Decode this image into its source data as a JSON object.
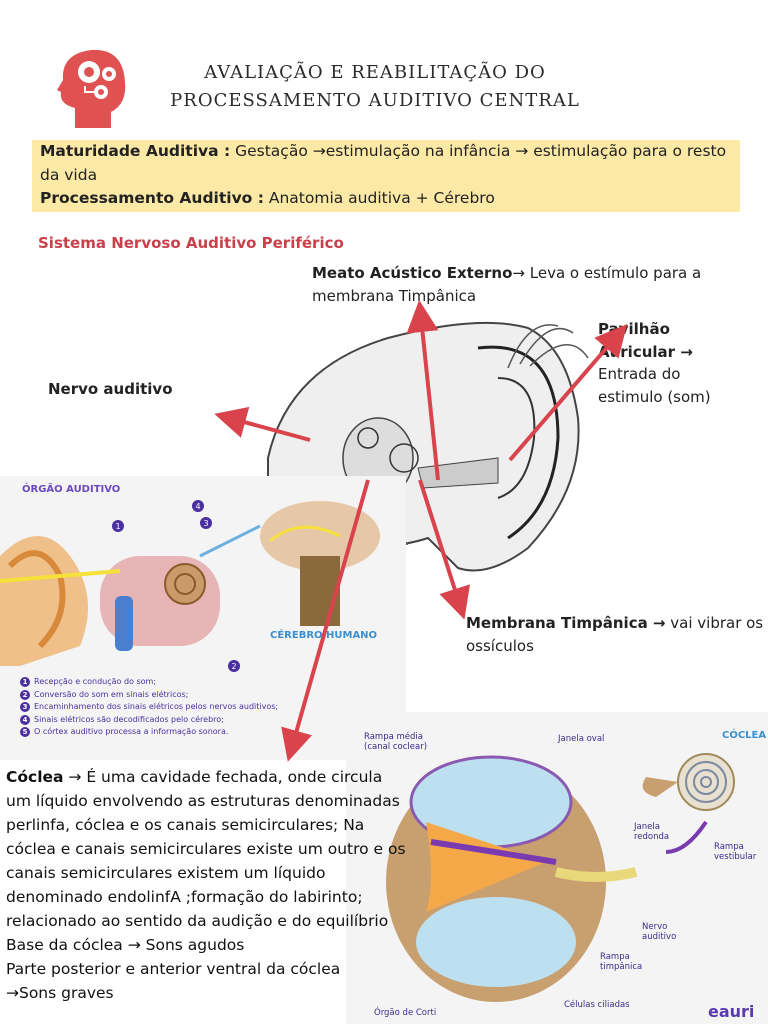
{
  "header": {
    "title_line1": "AVALIAÇÃO E REABILITAÇÃO DO",
    "title_line2": "PROCESSAMENTO AUDITIVO CENTRAL",
    "icon": "head-gears-icon"
  },
  "summary": {
    "maturity_label": "Maturidade Auditiva :",
    "maturity_text": " Gestação →estimulação na infância → estimulação para o resto da vida",
    "processing_label": "Processamento Auditivo :",
    "processing_text": " Anatomia auditiva + Cérebro"
  },
  "section_title": "Sistema Nervoso Auditivo Periférico",
  "labels": {
    "meato_title": "Meato Acústico Externo",
    "meato_text": "→ Leva o estímulo para a membrana Timpânica",
    "pavilhao_title": "Pavilhão Auricular →",
    "pavilhao_text": "Entrada do estimulo (som)",
    "nervo": "Nervo auditivo",
    "membrana_title": "Membrana Timpânica →",
    "membrana_text": " vai vibrar os ossículos"
  },
  "organ_diagram": {
    "title": "ÓRGÃO AUDITIVO",
    "brain_label": "CÉREBRO HUMANO",
    "items": [
      "Recepção e condução do som;",
      "Conversão do som em sinais elétricos;",
      "Encaminhamento dos sinais elétricos pelos nervos auditivos;",
      "Sinais elétricos são decodificados pelo cérebro;",
      "O córtex auditivo processa a informação sonora."
    ],
    "numbers": [
      "1",
      "2",
      "3",
      "4",
      "5"
    ]
  },
  "cochlea_diagram": {
    "title": "CÓCLEA",
    "rampa_media": "Rampa média (canal coclear)",
    "janela_oval": "Janela oval",
    "janela_redonda": "Janela redonda",
    "rampa_vestibular": "Rampa vestibular",
    "nervo_auditivo": "Nervo auditivo",
    "rampa_timpanica": "Rampa timpânica",
    "celulas": "Células ciliadas",
    "orgao_corti": "Órgão de Corti",
    "brand": "eauri"
  },
  "cochlea_text": {
    "label": "Cóclea",
    "paragraph": " → É uma cavidade fechada, onde circula um líquido envolvendo as estruturas denominadas perlinfa, cóclea e os canais semicirculares; Na cóclea e canais semicirculares existe um outro  e os canais semicirculares existem um líquido denominado endolinfA ;formação do labirinto; relacionado ao sentido da audição e do equilíbrio",
    "base": "Base da cóclea → Sons  agudos",
    "posterior": "Parte posterior e anterior ventral da cóclea",
    "graves": "→Sons graves"
  },
  "colors": {
    "accent_red": "#d9444c",
    "highlight_yellow": "#fce9a6",
    "purple": "#4b2fa0"
  }
}
